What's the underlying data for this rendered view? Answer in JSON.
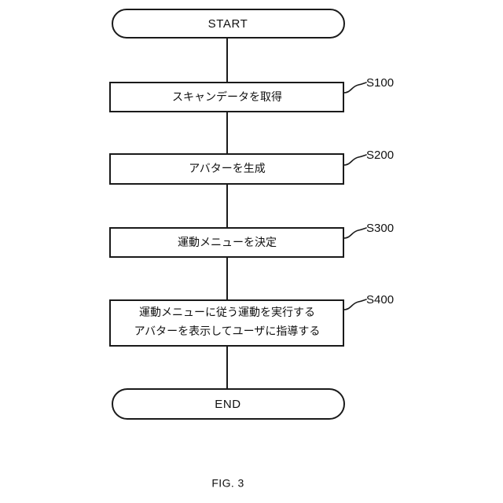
{
  "figure": {
    "caption": "FIG. 3",
    "background_color": "#ffffff",
    "line_color": "#1a1a1a",
    "text_color": "#111111"
  },
  "flowchart": {
    "start_terminal": {
      "label": "START",
      "shape": "stadium"
    },
    "end_terminal": {
      "label": "END",
      "shape": "stadium"
    },
    "steps": [
      {
        "step_id": "S100",
        "lines": [
          "スキャンデータを取得"
        ],
        "line1": "スキャンデータを取得",
        "line2": ""
      },
      {
        "step_id": "S200",
        "lines": [
          "アバターを生成"
        ],
        "line1": "アバターを生成",
        "line2": ""
      },
      {
        "step_id": "S300",
        "lines": [
          "運動メニューを決定"
        ],
        "line1": "運動メニューを決定",
        "line2": ""
      },
      {
        "step_id": "S400",
        "lines": [
          "運動メニューに従う運動を実行する",
          "アバターを表示してユーザに指導する"
        ],
        "line1": "運動メニューに従う運動を実行する",
        "line2": "アバターを表示してユーザに指導する"
      }
    ]
  }
}
